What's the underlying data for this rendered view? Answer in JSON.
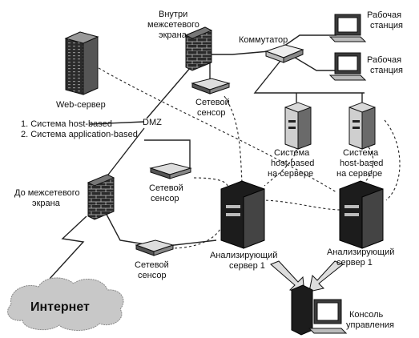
{
  "diagram": {
    "labels": {
      "workstation_1": [
        "Рабочая",
        "станция"
      ],
      "workstation_2": [
        "Рабочая",
        "станция"
      ],
      "switch": "Коммутатор",
      "inner_firewall": [
        "Внутри",
        "межсетевого",
        "экрана"
      ],
      "web_server": "Web-сервер",
      "system_host": "1. Система host-based",
      "system_app": "2. Система application-based",
      "dmz": "DMZ",
      "sensor_top": [
        "Сетевой",
        "сенсор"
      ],
      "sensor_mid": [
        "Сетевой",
        "сенсор"
      ],
      "sensor_bottom": [
        "Сетевой",
        "сенсор"
      ],
      "host_based_1": [
        "Система",
        "host-based",
        "на сервере"
      ],
      "host_based_2": [
        "Система",
        "host-based",
        "на сервере"
      ],
      "outer_firewall": [
        "До межсетевого",
        "экрана"
      ],
      "internet": "Интернет",
      "analyzer_1": [
        "Анализирующий",
        "сервер 1"
      ],
      "analyzer_2": [
        "Анализирующий",
        "сервер 1"
      ],
      "console": [
        "Консоль",
        "управления"
      ]
    }
  }
}
